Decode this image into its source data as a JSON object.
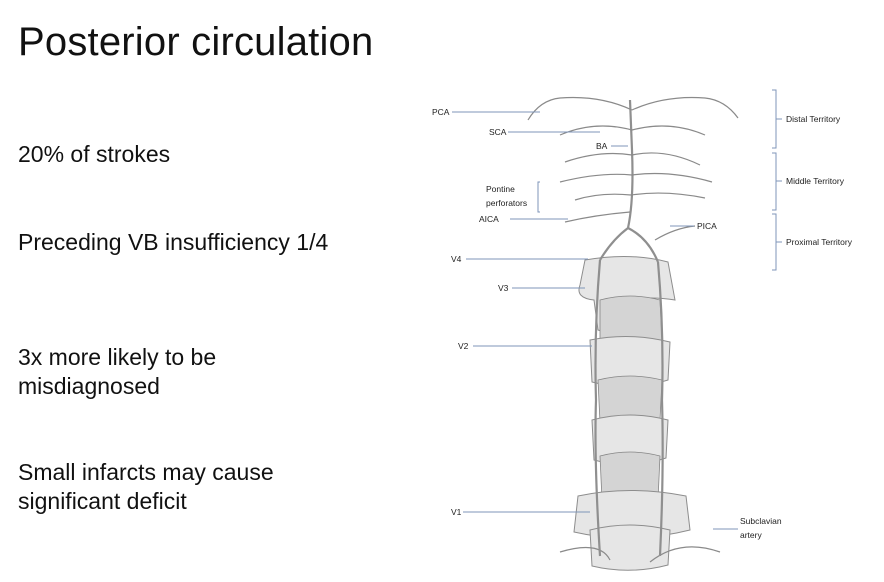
{
  "slide": {
    "title": "Posterior circulation",
    "bullets": [
      "20% of strokes",
      "Preceding VB insufficiency 1/4",
      "3x more likely to be misdiagnosed",
      "Small infarcts may cause significant deficit"
    ]
  },
  "diagram": {
    "left_labels": {
      "pca": "PCA",
      "sca": "SCA",
      "ba": "BA",
      "pontine_1": "Pontine",
      "pontine_2": "perforators",
      "aica": "AICA",
      "v4": "V4",
      "v3": "V3",
      "v2": "V2",
      "v1": "V1"
    },
    "right_labels": {
      "pica": "PICA",
      "subclavian_1": "Subclavian",
      "subclavian_2": "artery"
    },
    "territories": {
      "distal": "Distal Territory",
      "middle": "Middle Territory",
      "proximal": "Proximal Territory"
    }
  }
}
